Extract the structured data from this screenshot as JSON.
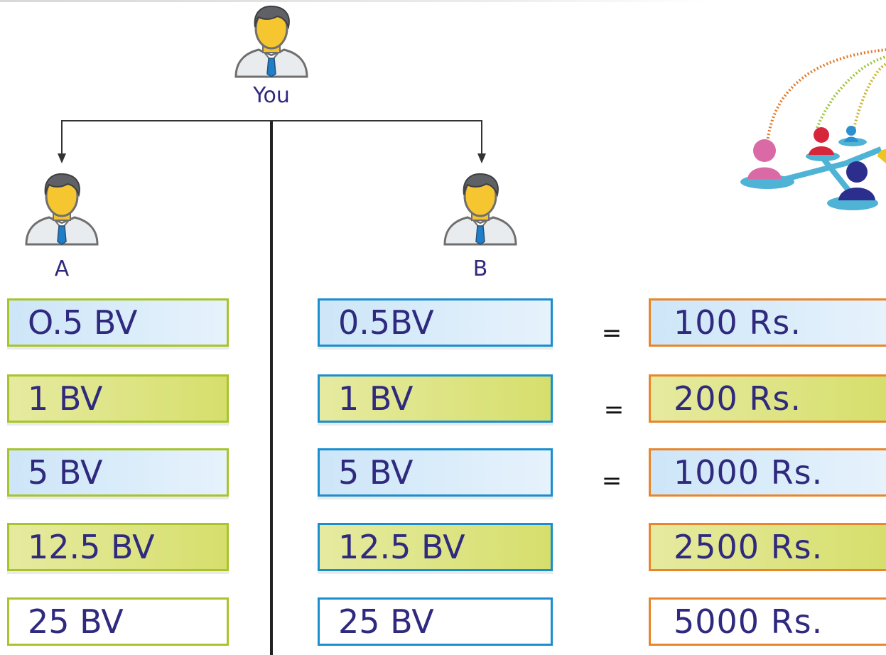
{
  "you_label": "You",
  "a_label": "A",
  "b_label": "B",
  "colors": {
    "text": "#2f2a7e",
    "green_border": "#a7c52b",
    "blue_border": "#1a8fd0",
    "orange_border": "#e9852a"
  },
  "icons": {
    "person": "businessman-icon",
    "network": "network-people-icon"
  },
  "rows": [
    {
      "a": "O.5 BV",
      "b": "0.5BV",
      "eq": "=",
      "rs": "100 Rs."
    },
    {
      "a": "1 BV",
      "b": "1 BV",
      "eq": "=",
      "rs": "200 Rs."
    },
    {
      "a": "5 BV",
      "b": "5 BV",
      "eq": "=",
      "rs": "1000 Rs."
    },
    {
      "a": "12.5 BV",
      "b": "12.5 BV",
      "eq": "",
      "rs": "2500 Rs."
    },
    {
      "a": "25 BV",
      "b": "25 BV",
      "eq": "",
      "rs": "5000 Rs."
    }
  ]
}
